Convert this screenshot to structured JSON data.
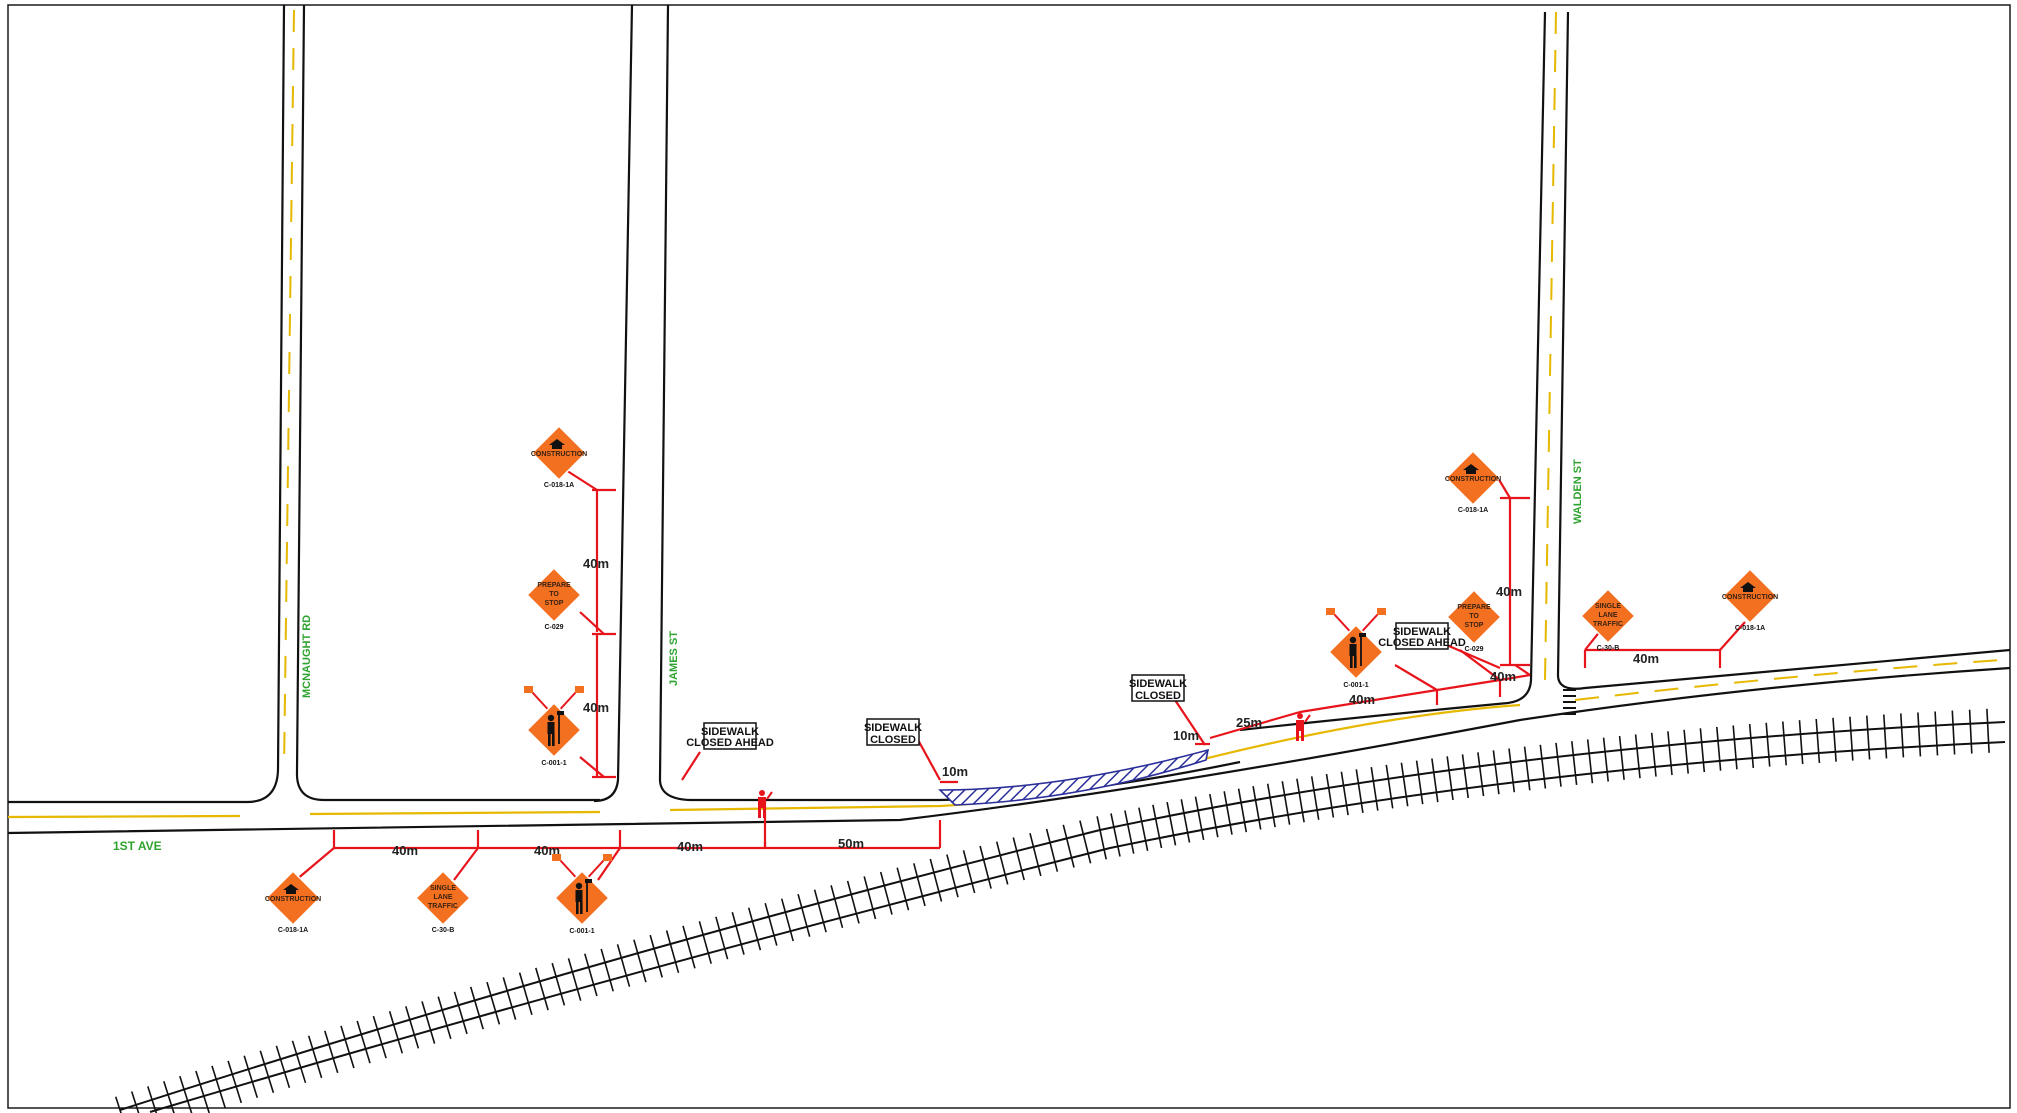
{
  "streets": {
    "first_ave": "1ST AVE",
    "mcnaught_rd": "MCNAUGHT RD",
    "james_st": "JAMES ST",
    "walden_st": "WALDEN ST"
  },
  "signs": {
    "construction_ahead": {
      "text": "CONSTRUCTION",
      "code": "C-018-1A"
    },
    "prepare_to_stop": {
      "text": [
        "PREPARE",
        "TO",
        "STOP"
      ],
      "code": "C-029"
    },
    "single_lane_traffic": {
      "text": [
        "SINGLE",
        "LANE",
        "TRAFFIC"
      ],
      "code": "C-30-B"
    },
    "flagger_ahead": {
      "code": "C-001-1"
    }
  },
  "sidewalk_signs": {
    "closed_ahead": [
      "SIDEWALK",
      "CLOSED AHEAD"
    ],
    "closed": [
      "SIDEWALK",
      "CLOSED"
    ]
  },
  "dimensions": {
    "james_upper": "40m",
    "james_lower": "40m",
    "first_ave_a": "40m",
    "first_ave_b": "40m",
    "first_ave_c": "40m",
    "first_ave_d": "50m",
    "work_zone_west": "10m",
    "work_zone_east": "10m",
    "flagger_offset": "25m",
    "east_a": "40m",
    "east_b": "40m",
    "walden_vertical": "40m",
    "walden_east": "40m"
  },
  "colors": {
    "sign_orange": "#f37021",
    "dimension_red": "#e8141b",
    "centerline_yellow": "#e6b800",
    "street_label_green": "#2fa32f",
    "work_zone_blue": "#2b2f9a"
  }
}
